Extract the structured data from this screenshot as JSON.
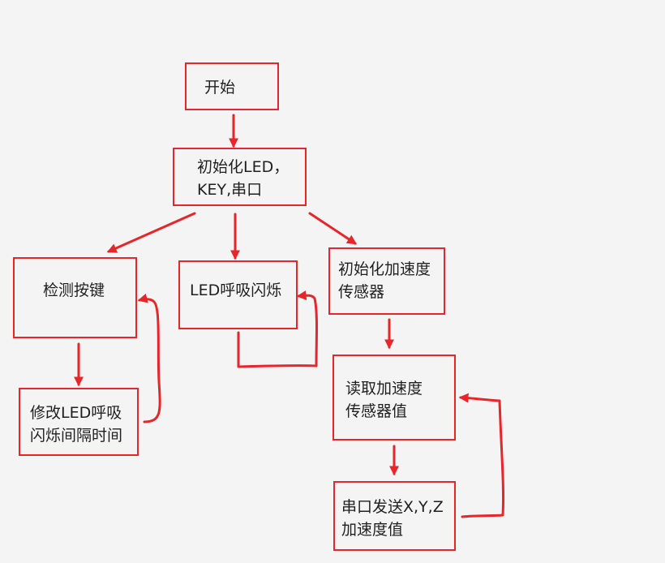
{
  "flowchart": {
    "nodes": {
      "start": "开始",
      "init": "初始化LED，\nKEY,串口",
      "detect_key": "检测按键",
      "led_breath": "LED呼吸闪烁",
      "init_accel": "初始化加速度\n传感器",
      "modify_led": "修改LED呼吸\n闪烁间隔时间",
      "read_accel": "读取加速度\n传感器值",
      "send_xyz": "串口发送X,Y,Z\n加速度值"
    },
    "colors": {
      "stroke": "#e8262a",
      "background": "#f4f4f4",
      "text": "#1f1f1f"
    }
  }
}
